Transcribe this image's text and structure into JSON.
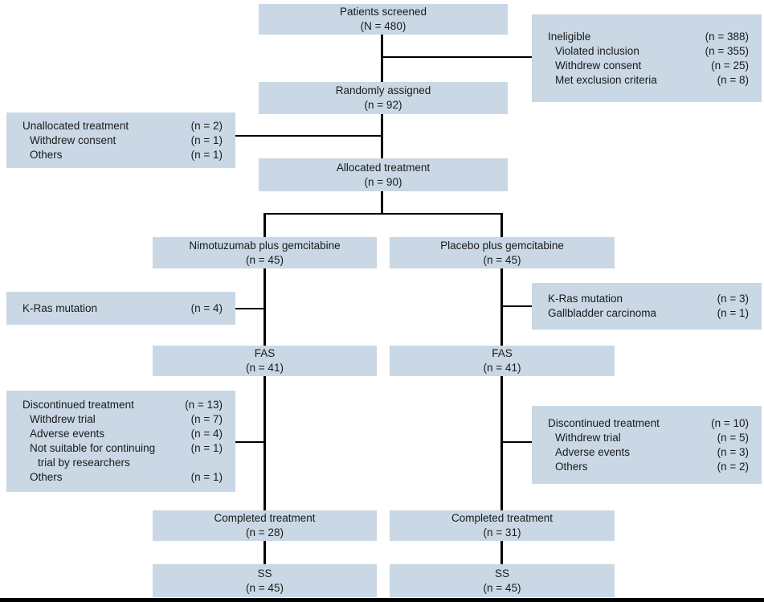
{
  "diagram": {
    "type": "consort-flowchart",
    "description": "Clinical trial patient flow diagram"
  },
  "colors": {
    "box_fill": "#c9d8e4",
    "line": "#000000",
    "text": "#1a1a1a"
  },
  "boxes": {
    "screened": {
      "line1": "Patients screened",
      "line2": "(N = 480)"
    },
    "randomized": {
      "line1": "Randomly assigned",
      "line2": "(n = 92)"
    },
    "allocated": {
      "line1": "Allocated treatment",
      "line2": "(n = 90)"
    },
    "arm_left": {
      "line1": "Nimotuzumab plus gemcitabine",
      "line2": "(n = 45)"
    },
    "arm_right": {
      "line1": "Placebo plus gemcitabine",
      "line2": "(n = 45)"
    },
    "fas_left": {
      "line1": "FAS",
      "line2": "(n = 41)"
    },
    "fas_right": {
      "line1": "FAS",
      "line2": "(n = 41)"
    },
    "completed_left": {
      "line1": "Completed treatment",
      "line2": "(n = 28)"
    },
    "completed_right": {
      "line1": "Completed treatment",
      "line2": "(n = 31)"
    },
    "ss_left": {
      "line1": "SS",
      "line2": "(n = 45)"
    },
    "ss_right": {
      "line1": "SS",
      "line2": "(n = 45)"
    },
    "ineligible": {
      "rows": [
        {
          "label": "Ineligible",
          "value": "(n = 388)"
        },
        {
          "label": "Violated inclusion",
          "value": "(n = 355)"
        },
        {
          "label": "Withdrew consent",
          "value": "(n = 25)"
        },
        {
          "label": "Met exclusion criteria",
          "value": "(n = 8)"
        }
      ]
    },
    "unallocated": {
      "rows": [
        {
          "label": "Unallocated treatment",
          "value": "(n = 2)"
        },
        {
          "label": "Withdrew consent",
          "value": "(n = 1)"
        },
        {
          "label": "Others",
          "value": "(n = 1)"
        }
      ]
    },
    "kras_left": {
      "rows": [
        {
          "label": "K-Ras mutation",
          "value": "(n = 4)"
        }
      ]
    },
    "kras_right": {
      "rows": [
        {
          "label": "K-Ras mutation",
          "value": "(n = 3)"
        },
        {
          "label": "Gallbladder carcinoma",
          "value": "(n = 1)"
        }
      ]
    },
    "discontinued_left": {
      "rows": [
        {
          "label": "Discontinued treatment",
          "value": "(n = 13)"
        },
        {
          "label": "Withdrew trial",
          "value": "(n = 7)"
        },
        {
          "label": "Adverse events",
          "value": "(n = 4)"
        },
        {
          "label": "Not suitable for continuing",
          "value": "(n = 1)"
        },
        {
          "label": "trial by researchers",
          "value": ""
        },
        {
          "label": "Others",
          "value": "(n = 1)"
        }
      ]
    },
    "discontinued_right": {
      "rows": [
        {
          "label": "Discontinued treatment",
          "value": "(n = 10)"
        },
        {
          "label": "Withdrew trial",
          "value": "(n = 5)"
        },
        {
          "label": "Adverse events",
          "value": "(n = 3)"
        },
        {
          "label": "Others",
          "value": "(n = 2)"
        }
      ]
    }
  }
}
